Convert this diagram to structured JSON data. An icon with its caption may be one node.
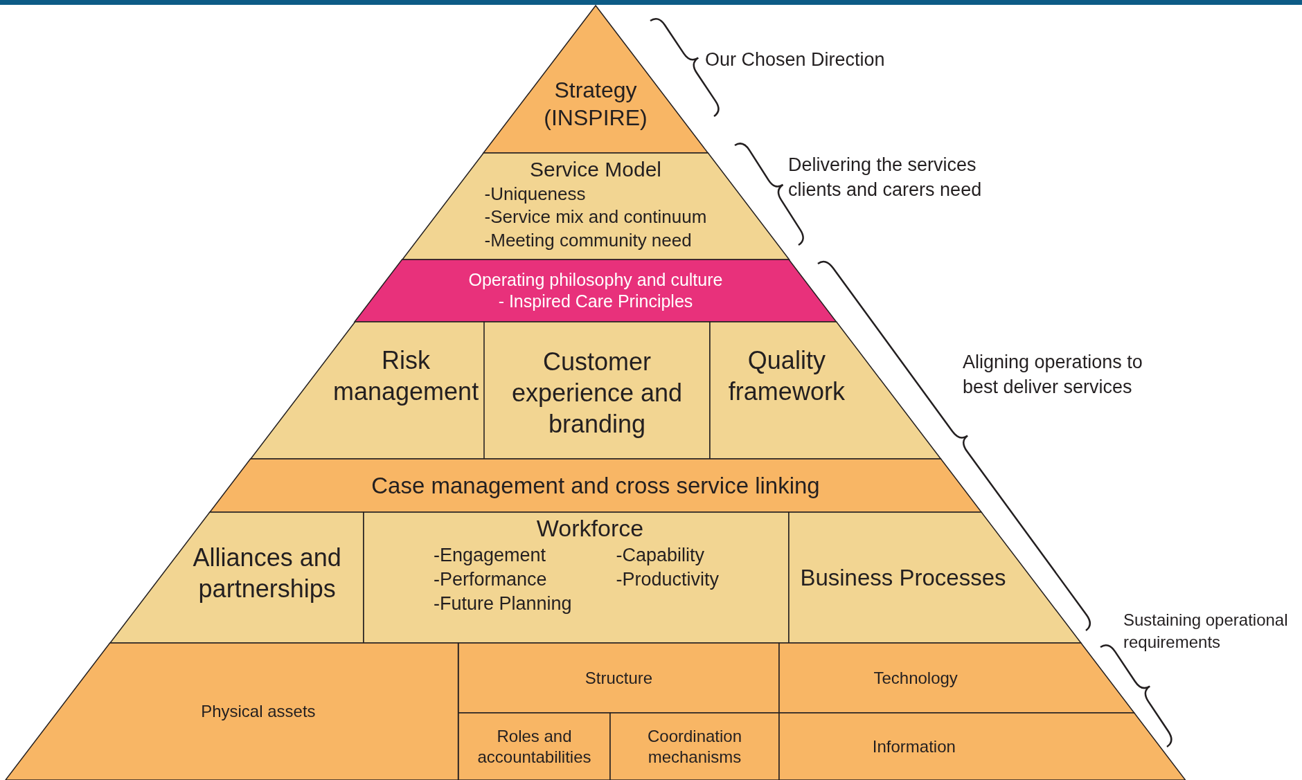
{
  "diagram": {
    "nodes": [
      {
        "text": [
          "Strategy (INSPIRE)"
        ]
      },
      {
        "text": [
          "Service Model",
          "-Uniqueness",
          "-Service mix and continuum",
          "-Meeting community need"
        ]
      },
      {
        "text": [
          "Operating philosophy and culture",
          "- Inspired Care Principles"
        ]
      },
      {
        "text": [
          "Risk management"
        ]
      },
      {
        "text": [
          "Customer experience and branding"
        ]
      },
      {
        "text": [
          "Quality framework"
        ]
      },
      {
        "text": [
          "Case management and cross service linking"
        ]
      },
      {
        "text": [
          "Alliances and partnerships"
        ]
      },
      {
        "text": [
          "Workforce",
          "-Engagement",
          "-Capability",
          "-Performance",
          "-Productivity",
          "-Future Planning"
        ]
      },
      {
        "text": [
          "Business Processes"
        ]
      },
      {
        "text": [
          "Physical assets"
        ]
      },
      {
        "text": [
          "Structure"
        ]
      },
      {
        "text": [
          "Technology"
        ]
      },
      {
        "text": [
          "Roles and accountabilities"
        ]
      },
      {
        "text": [
          "Coordination mechanisms"
        ]
      },
      {
        "text": [
          "Information"
        ]
      }
    ],
    "labels": [
      "Our Chosen Direction",
      "Delivering the services clients and carers need",
      "Aligning operations to best deliver services",
      "Sustaining operational requirements"
    ]
  }
}
